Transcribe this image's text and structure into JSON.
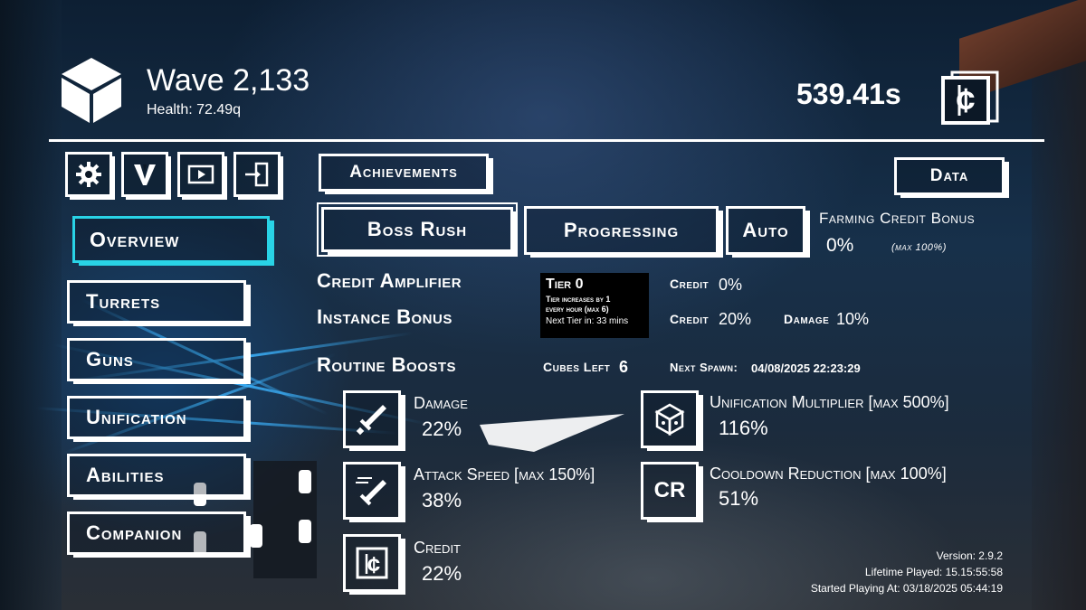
{
  "header": {
    "wave_title": "Wave 2,133",
    "health": "Health: 72.49q",
    "timer": "539.41s"
  },
  "icon_buttons": [
    {
      "name": "settings-gear-icon"
    },
    {
      "name": "v-logo-icon"
    },
    {
      "name": "video-play-icon"
    },
    {
      "name": "exit-door-icon"
    }
  ],
  "top_buttons": {
    "achievements": "Achievements",
    "data": "Data"
  },
  "mode_buttons": {
    "boss_rush": "Boss Rush",
    "progressing": "Progressing",
    "auto": "Auto"
  },
  "farming": {
    "label": "Farming Credit Bonus",
    "value": "0%",
    "max": "(max 100%)"
  },
  "nav": [
    {
      "label": "Overview",
      "active": true
    },
    {
      "label": "Turrets"
    },
    {
      "label": "Guns"
    },
    {
      "label": "Unification"
    },
    {
      "label": "Abilities"
    },
    {
      "label": "Companion"
    }
  ],
  "credit_amplifier": {
    "label": "Credit Amplifier",
    "credit_label": "Credit",
    "credit_value": "0%"
  },
  "tier_box": {
    "tier_label": "Tier",
    "tier_value": "0",
    "desc_line1": "Tier increases by 1",
    "desc_line2": "every hour (max 6)",
    "next_tier": "Next Tier in: 33 mins"
  },
  "instance_bonus": {
    "label": "Instance Bonus",
    "credit_label": "Credit",
    "credit_value": "20%",
    "damage_label": "Damage",
    "damage_value": "10%"
  },
  "routine_boosts": {
    "label": "Routine Boosts",
    "cubes_left_label": "Cubes Left",
    "cubes_left_value": "6",
    "next_spawn_label": "Next Spawn:",
    "next_spawn_value": "04/08/2025 22:23:29"
  },
  "boosts": [
    {
      "name": "Damage",
      "value": "22%",
      "icon": "sword-icon"
    },
    {
      "name": "Attack Speed [max 150%]",
      "value": "38%",
      "icon": "fast-sword-icon"
    },
    {
      "name": "Credit",
      "value": "22%",
      "icon": "credit-icon"
    },
    {
      "name": "Unification Multiplier [max 500%]",
      "value": "116%",
      "icon": "cube-icon"
    },
    {
      "name": "Cooldown Reduction [max 100%]",
      "value": "51%",
      "icon": "cr-icon",
      "icon_text": "CR"
    }
  ],
  "footer": {
    "version": "Version: 2.9.2",
    "lifetime": "Lifetime Played: 15.15:55:58",
    "started": "Started Playing At: 03/18/2025 05:44:19"
  },
  "colors": {
    "accent_cyan": "#29d3e6",
    "text": "#ffffff",
    "panel_black": "#000000"
  }
}
